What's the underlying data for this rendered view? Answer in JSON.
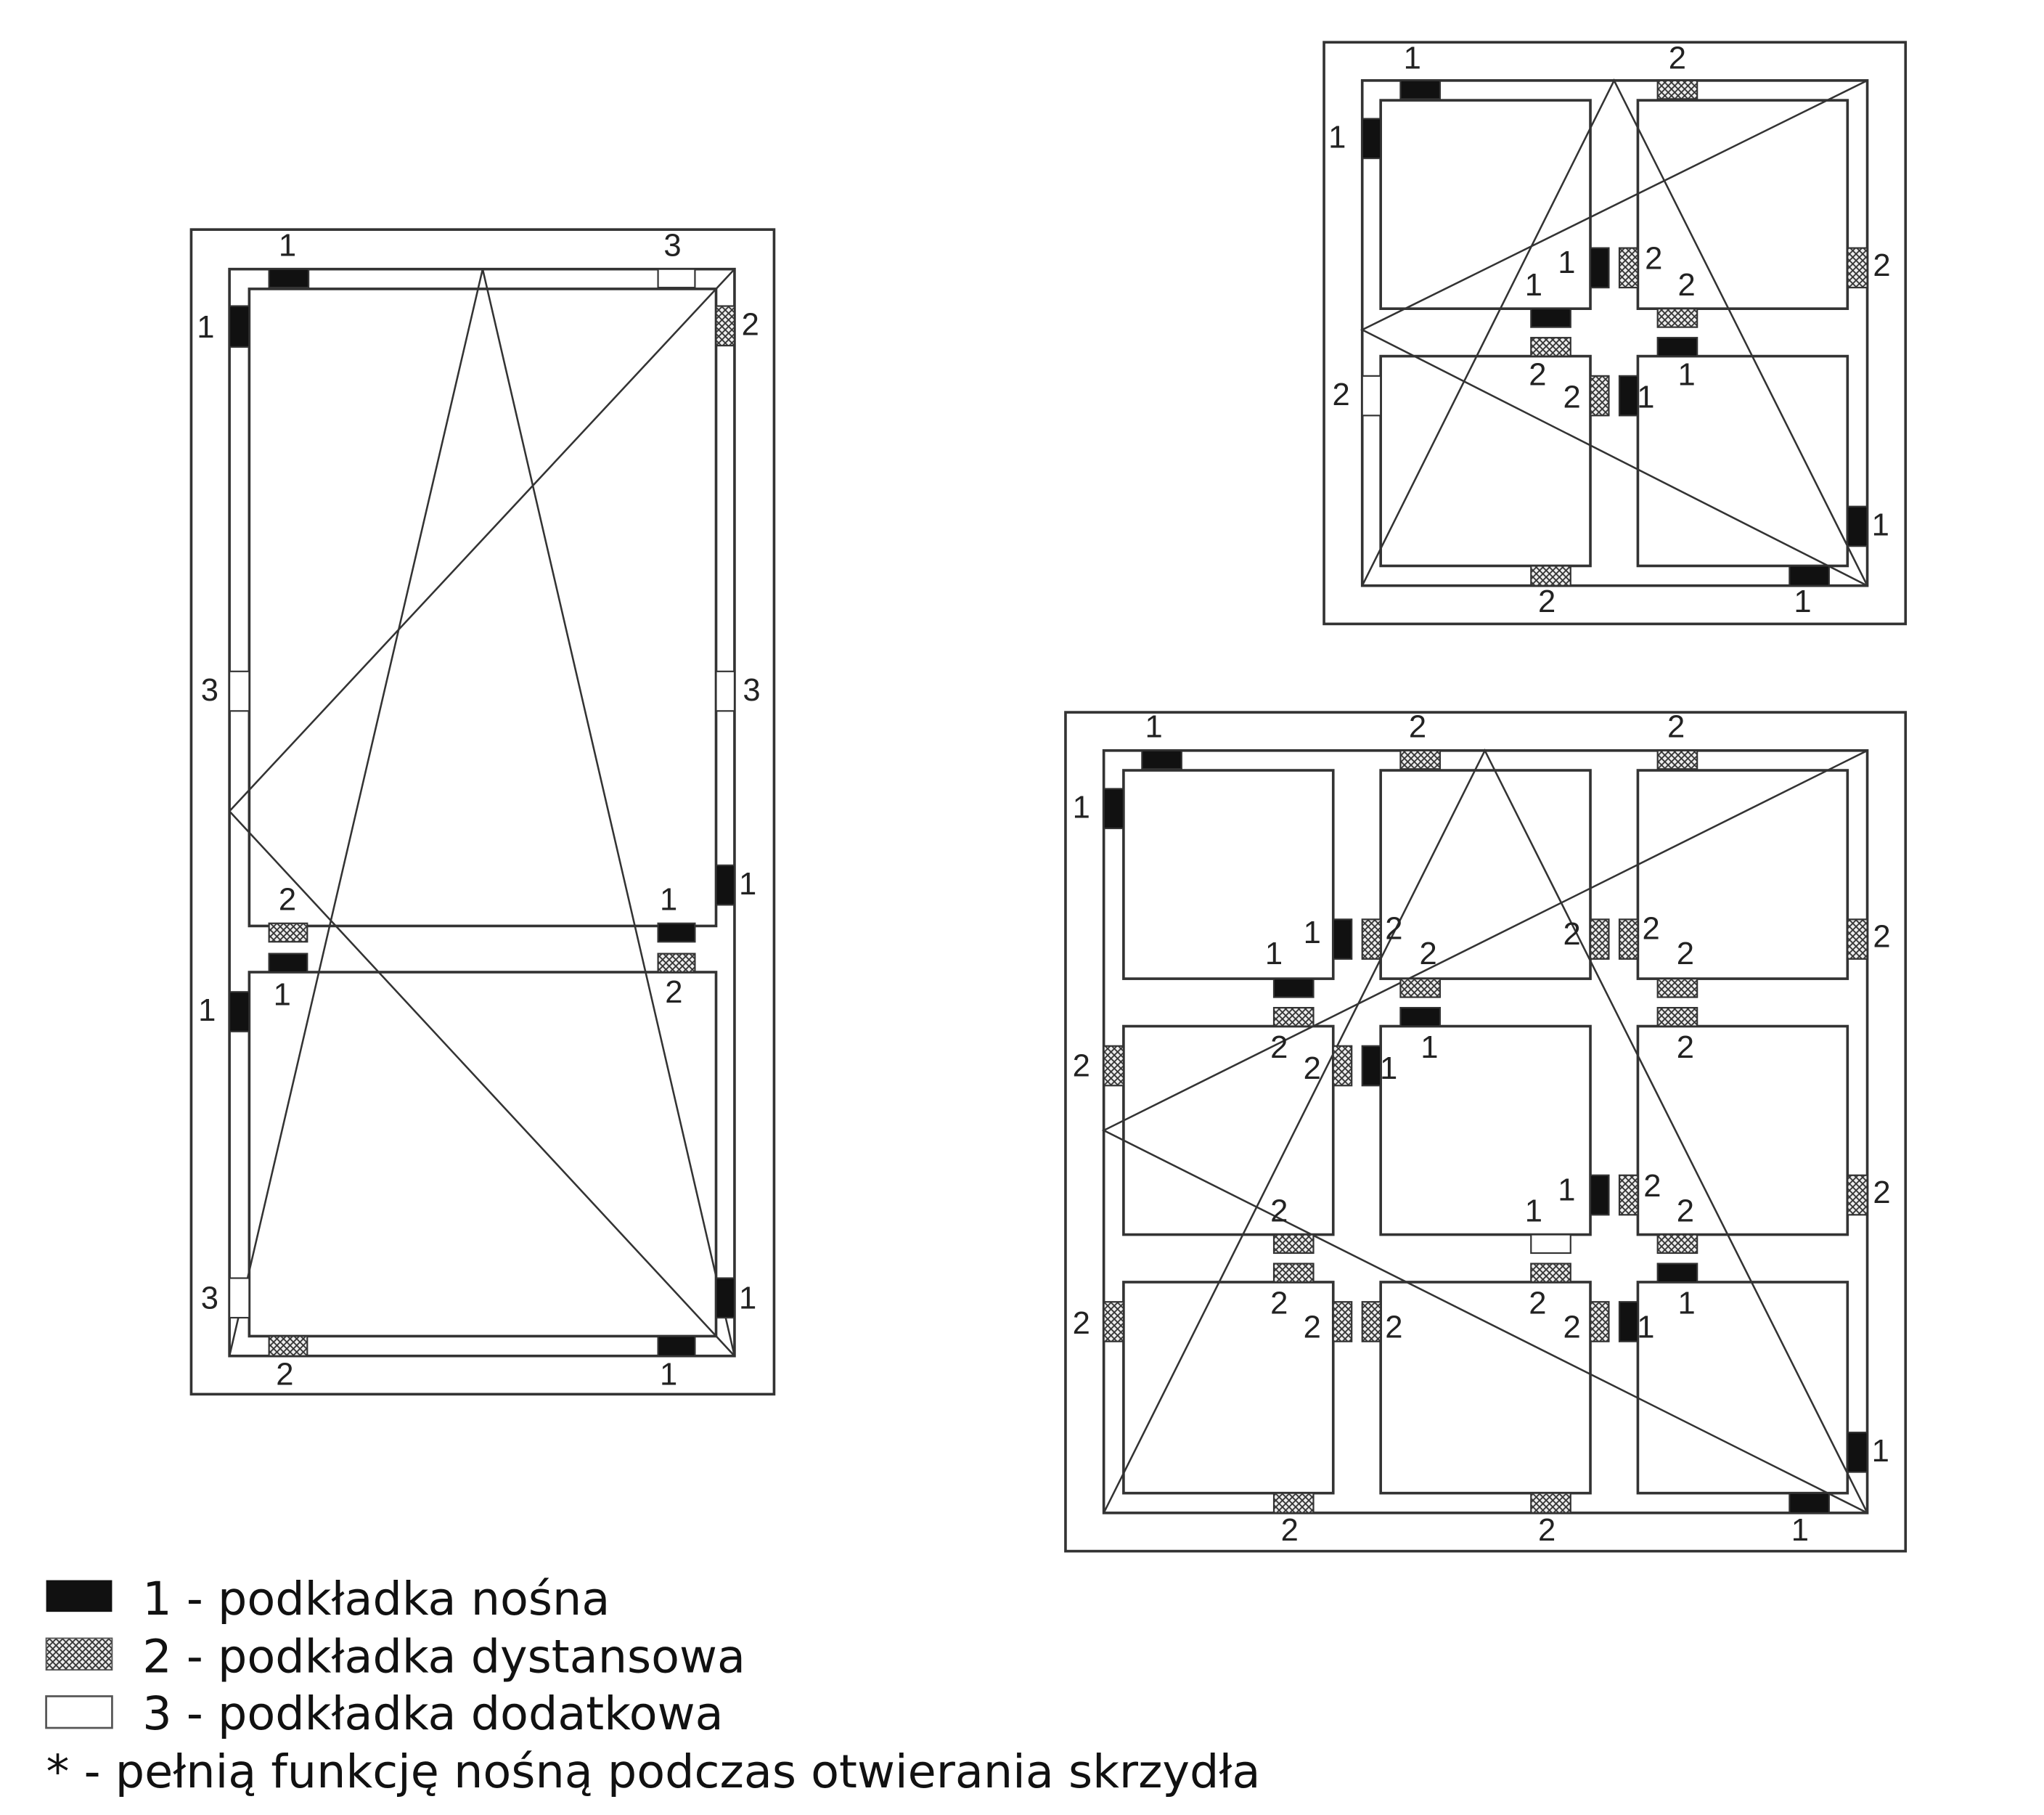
{
  "pad_labels": {
    "1": "1",
    "2": "2",
    "3": "3"
  },
  "legend": {
    "items": [
      {
        "type": "1",
        "text": "1 - podkładka nośna"
      },
      {
        "type": "2",
        "text": "2 - podkładka dystansowa"
      },
      {
        "type": "3",
        "text": "3 - podkładka dodatkowa"
      }
    ],
    "footnote": "* - pełnią funkcję nośną podczas otwierania skrzydła"
  },
  "colors": {
    "pad_bearing": "#111111",
    "line": "#333333",
    "pad_extra": "#ffffff"
  }
}
